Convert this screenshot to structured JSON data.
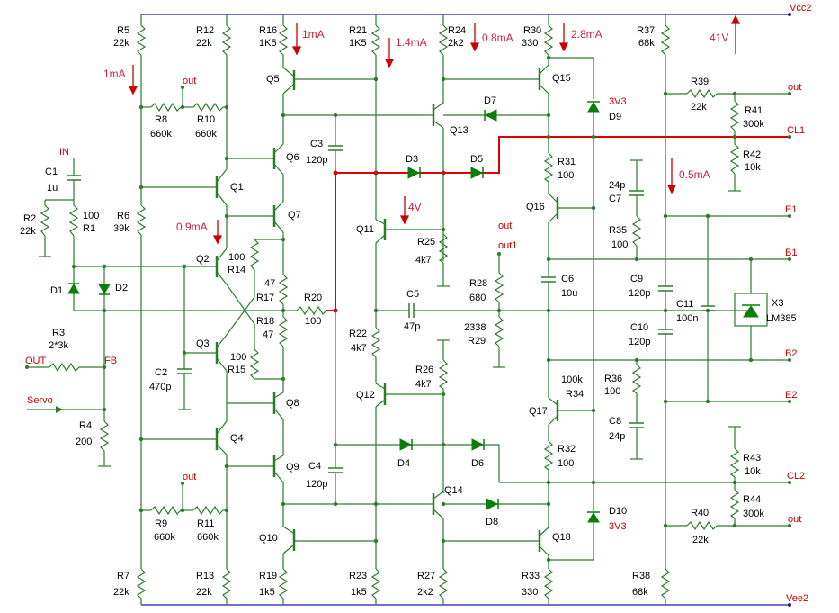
{
  "nets": {
    "vcc": "Vcc2",
    "vee": "Vee2",
    "in": "IN",
    "out": "OUT",
    "fb": "FB",
    "servo": "Servo",
    "out_small1": "out",
    "out_small2": "out",
    "out_mid": "out",
    "out1": "out1",
    "out_right1": "out",
    "out_right2": "out",
    "cl1": "CL1",
    "cl2": "CL2",
    "e1": "E1",
    "b1": "B1",
    "b2": "B2",
    "e2": "E2"
  },
  "resistors": {
    "r1": {
      "name": "R1",
      "value": "100"
    },
    "r2": {
      "name": "R2",
      "value": "22k"
    },
    "r3": {
      "name": "R3",
      "value": "2*3k"
    },
    "r4": {
      "name": "R4",
      "value": "200"
    },
    "r5": {
      "name": "R5",
      "value": "22k"
    },
    "r6": {
      "name": "R6",
      "value": "39k"
    },
    "r7": {
      "name": "R7",
      "value": "22k"
    },
    "r8": {
      "name": "R8",
      "value": "660k"
    },
    "r9": {
      "name": "R9",
      "value": "660k"
    },
    "r10": {
      "name": "R10",
      "value": "660k"
    },
    "r11": {
      "name": "R11",
      "value": "660k"
    },
    "r12": {
      "name": "R12",
      "value": "22k"
    },
    "r13": {
      "name": "R13",
      "value": "22k"
    },
    "r14": {
      "name": "R14",
      "value": "100"
    },
    "r15": {
      "name": "R15",
      "value": "100"
    },
    "r16": {
      "name": "R16",
      "value": "1K5"
    },
    "r17": {
      "name": "R17",
      "value": "47"
    },
    "r18": {
      "name": "R18",
      "value": "47"
    },
    "r19": {
      "name": "R19",
      "value": "1k5"
    },
    "r20": {
      "name": "R20",
      "value": "100"
    },
    "r21": {
      "name": "R21",
      "value": "1K5"
    },
    "r22": {
      "name": "R22",
      "value": "4k7"
    },
    "r23": {
      "name": "R23",
      "value": "1k5"
    },
    "r24": {
      "name": "R24",
      "value": "2k2"
    },
    "r25": {
      "name": "R25",
      "value": "4k7"
    },
    "r26": {
      "name": "R26",
      "value": "4k7"
    },
    "r27": {
      "name": "R27",
      "value": "2k2"
    },
    "r28": {
      "name": "R28",
      "value": "680"
    },
    "r29": {
      "name": "R29",
      "value": "2338"
    },
    "r30": {
      "name": "R30",
      "value": "330"
    },
    "r31": {
      "name": "R31",
      "value": "100"
    },
    "r32": {
      "name": "R32",
      "value": "100"
    },
    "r33": {
      "name": "R33",
      "value": "330"
    },
    "r34": {
      "name": "R34",
      "value": "100k"
    },
    "r35": {
      "name": "R35",
      "value": "100"
    },
    "r36": {
      "name": "R36",
      "value": "100"
    },
    "r37": {
      "name": "R37",
      "value": "68k"
    },
    "r38": {
      "name": "R38",
      "value": "68k"
    },
    "r39": {
      "name": "R39",
      "value": "22k"
    },
    "r40": {
      "name": "R40",
      "value": "22k"
    },
    "r41": {
      "name": "R41",
      "value": "300k"
    },
    "r42": {
      "name": "R42",
      "value": "10k"
    },
    "r43": {
      "name": "R43",
      "value": "10k"
    },
    "r44": {
      "name": "R44",
      "value": "300k"
    }
  },
  "capacitors": {
    "c1": {
      "name": "C1",
      "value": "1u"
    },
    "c2": {
      "name": "C2",
      "value": "470p"
    },
    "c3": {
      "name": "C3",
      "value": "120p"
    },
    "c4": {
      "name": "C4",
      "value": "120p"
    },
    "c5": {
      "name": "C5",
      "value": "47p"
    },
    "c6": {
      "name": "C6",
      "value": "10u"
    },
    "c7": {
      "name": "C7",
      "value": "24p"
    },
    "c8": {
      "name": "C8",
      "value": "24p"
    },
    "c9": {
      "name": "C9",
      "value": "120p"
    },
    "c10": {
      "name": "C10",
      "value": "120p"
    },
    "c11": {
      "name": "C11",
      "value": "100n"
    }
  },
  "diodes": {
    "d1": "D1",
    "d2": "D2",
    "d3": "D3",
    "d4": "D4",
    "d5": "D5",
    "d6": "D6",
    "d7": "D7",
    "d8": "D8",
    "d9": "D9",
    "d9v": "3V3",
    "d10": "D10",
    "d10v": "3V3"
  },
  "transistors": {
    "q1": "Q1",
    "q2": "Q2",
    "q3": "Q3",
    "q4": "Q4",
    "q5": "Q5",
    "q6": "Q6",
    "q7": "Q7",
    "q8": "Q8",
    "q9": "Q9",
    "q10": "Q10",
    "q11": "Q11",
    "q12": "Q12",
    "q13": "Q13",
    "q14": "Q14",
    "q15": "Q15",
    "q16": "Q16",
    "q17": "Q17",
    "q18": "Q18"
  },
  "ic": {
    "ref": "X3",
    "part": "LM385"
  },
  "annotations": {
    "a1": "1mA",
    "a2": "1mA",
    "a3": "1.4mA",
    "a4": "0.8mA",
    "a5": "2.8mA",
    "a6": "41V",
    "a7": "0.9mA",
    "a8": "4V",
    "a9": "0.5mA"
  },
  "colors": {
    "wire": "#2a7d2a",
    "rail": "#1f1fb0",
    "highlight": "#dd0000",
    "annotation": "#cc2244"
  }
}
